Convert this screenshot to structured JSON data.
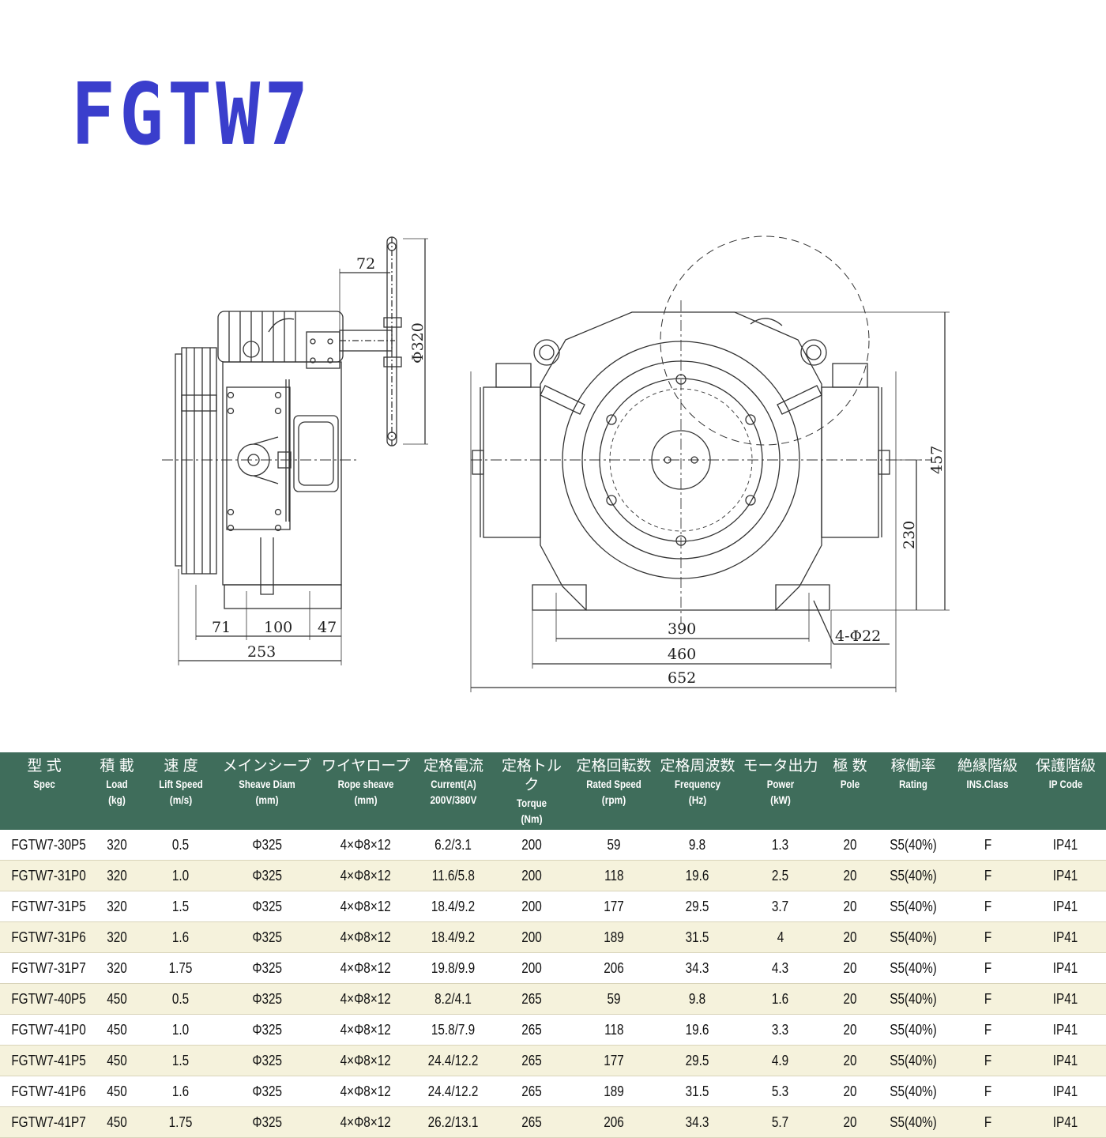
{
  "title": "FGTW7",
  "drawing": {
    "dims": [
      "72",
      "Φ320",
      "71",
      "100",
      "47",
      "253",
      "390",
      "460",
      "652",
      "457",
      "230",
      "4-Φ22"
    ]
  },
  "table": {
    "headers": [
      {
        "jp": "型 式",
        "en": "Spec",
        "unit": ""
      },
      {
        "jp": "積 載",
        "en": "Load",
        "unit": "(kg)"
      },
      {
        "jp": "速 度",
        "en": "Lift Speed",
        "unit": "(m/s)"
      },
      {
        "jp": "メインシーブ",
        "en": "Sheave Diam",
        "unit": "(mm)"
      },
      {
        "jp": "ワイヤロープ",
        "en": "Rope sheave",
        "unit": "(mm)"
      },
      {
        "jp": "定格電流",
        "en": "Current(A)",
        "unit": "200V/380V"
      },
      {
        "jp": "定格トルク",
        "en": "Torque",
        "unit": "(Nm)"
      },
      {
        "jp": "定格回転数",
        "en": "Rated Speed",
        "unit": "(rpm)"
      },
      {
        "jp": "定格周波数",
        "en": "Frequency",
        "unit": "(Hz)"
      },
      {
        "jp": "モータ出力",
        "en": "Power",
        "unit": "(kW)"
      },
      {
        "jp": "極 数",
        "en": "Pole",
        "unit": ""
      },
      {
        "jp": "稼働率",
        "en": "Rating",
        "unit": ""
      },
      {
        "jp": "絶縁階級",
        "en": "INS.Class",
        "unit": ""
      },
      {
        "jp": "保護階級",
        "en": "IP Code",
        "unit": ""
      }
    ],
    "rows": [
      [
        "FGTW7-30P5",
        "320",
        "0.5",
        "Φ325",
        "4×Φ8×12",
        "6.2/3.1",
        "200",
        "59",
        "9.8",
        "1.3",
        "20",
        "S5(40%)",
        "F",
        "IP41"
      ],
      [
        "FGTW7-31P0",
        "320",
        "1.0",
        "Φ325",
        "4×Φ8×12",
        "11.6/5.8",
        "200",
        "118",
        "19.6",
        "2.5",
        "20",
        "S5(40%)",
        "F",
        "IP41"
      ],
      [
        "FGTW7-31P5",
        "320",
        "1.5",
        "Φ325",
        "4×Φ8×12",
        "18.4/9.2",
        "200",
        "177",
        "29.5",
        "3.7",
        "20",
        "S5(40%)",
        "F",
        "IP41"
      ],
      [
        "FGTW7-31P6",
        "320",
        "1.6",
        "Φ325",
        "4×Φ8×12",
        "18.4/9.2",
        "200",
        "189",
        "31.5",
        "4",
        "20",
        "S5(40%)",
        "F",
        "IP41"
      ],
      [
        "FGTW7-31P7",
        "320",
        "1.75",
        "Φ325",
        "4×Φ8×12",
        "19.8/9.9",
        "200",
        "206",
        "34.3",
        "4.3",
        "20",
        "S5(40%)",
        "F",
        "IP41"
      ],
      [
        "FGTW7-40P5",
        "450",
        "0.5",
        "Φ325",
        "4×Φ8×12",
        "8.2/4.1",
        "265",
        "59",
        "9.8",
        "1.6",
        "20",
        "S5(40%)",
        "F",
        "IP41"
      ],
      [
        "FGTW7-41P0",
        "450",
        "1.0",
        "Φ325",
        "4×Φ8×12",
        "15.8/7.9",
        "265",
        "118",
        "19.6",
        "3.3",
        "20",
        "S5(40%)",
        "F",
        "IP41"
      ],
      [
        "FGTW7-41P5",
        "450",
        "1.5",
        "Φ325",
        "4×Φ8×12",
        "24.4/12.2",
        "265",
        "177",
        "29.5",
        "4.9",
        "20",
        "S5(40%)",
        "F",
        "IP41"
      ],
      [
        "FGTW7-41P6",
        "450",
        "1.6",
        "Φ325",
        "4×Φ8×12",
        "24.4/12.2",
        "265",
        "189",
        "31.5",
        "5.3",
        "20",
        "S5(40%)",
        "F",
        "IP41"
      ],
      [
        "FGTW7-41P7",
        "450",
        "1.75",
        "Φ325",
        "4×Φ8×12",
        "26.2/13.1",
        "265",
        "206",
        "34.3",
        "5.7",
        "20",
        "S5(40%)",
        "F",
        "IP41"
      ]
    ]
  }
}
